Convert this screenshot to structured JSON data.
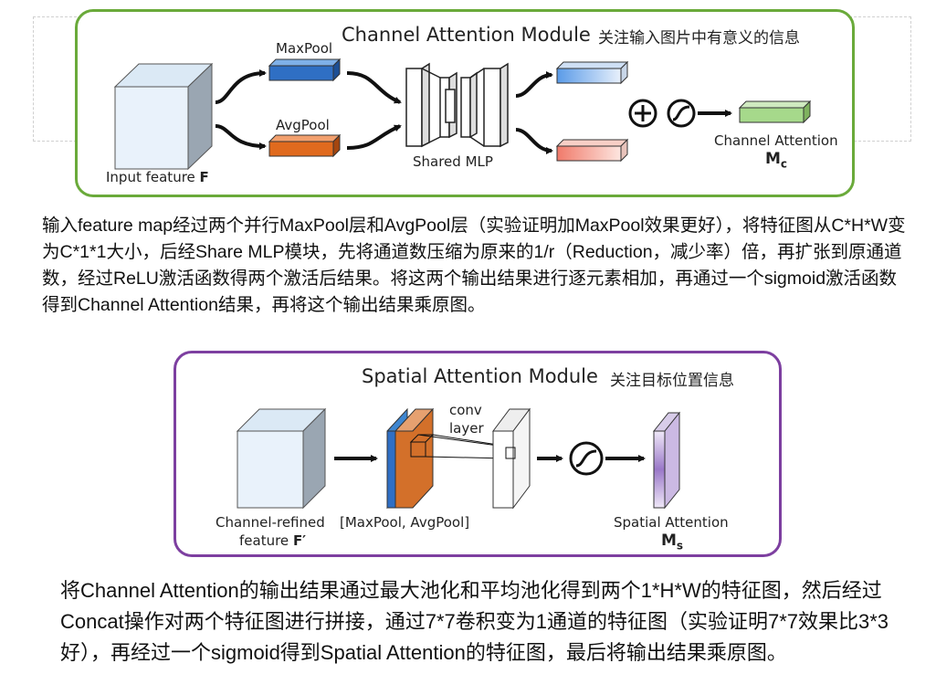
{
  "channel_module": {
    "title": "Channel Attention Module",
    "note": "关注输入图片中有意义的信息",
    "input_label": "Input feature ",
    "input_symbol": "F",
    "maxpool_label": "MaxPool",
    "avgpool_label": "AvgPool",
    "mlp_label": "Shared MLP",
    "output_label": "Channel Attention",
    "output_symbol": "M",
    "output_subscript": "c",
    "colors": {
      "border": "#6aaa3a",
      "maxpool": "#2f6fc4",
      "avgpool": "#e06a1e",
      "output": "#a6d98b"
    }
  },
  "paragraph1": "输入feature map经过两个并行MaxPool层和AvgPool层（实验证明加MaxPool效果更好），将特征图从C*H*W变为C*1*1大小，后经Share MLP模块，先将通道数压缩为原来的1/r（Reduction，减少率）倍，再扩张到原通道数，经过ReLU激活函数得两个激活后结果。将这两个输出结果进行逐元素相加，再通过一个sigmoid激活函数得到Channel Attention结果，再将这个输出结果乘原图。",
  "spatial_module": {
    "title": "Spatial Attention Module",
    "note": "关注目标位置信息",
    "conv_label_1": "conv",
    "conv_label_2": "layer",
    "input_label_1": "Channel-refined",
    "input_label_2": "feature ",
    "input_symbol": "F′",
    "pool_label": "[MaxPool, AvgPool]",
    "output_label": "Spatial Attention",
    "output_symbol": "M",
    "output_subscript": "s",
    "colors": {
      "border": "#7d3fa0",
      "maxpool": "#3e86d0",
      "avgpool": "#d3702a",
      "output": "#b9a3dc"
    }
  },
  "paragraph2": "将Channel Attention的输出结果通过最大池化和平均池化得到两个1*H*W的特征图，然后经过Concat操作对两个特征图进行拼接，通过7*7卷积变为1通道的特征图（实验证明7*7效果比3*3好），再经过一个sigmoid得到Spatial Attention的特征图，最后将输出结果乘原图。"
}
